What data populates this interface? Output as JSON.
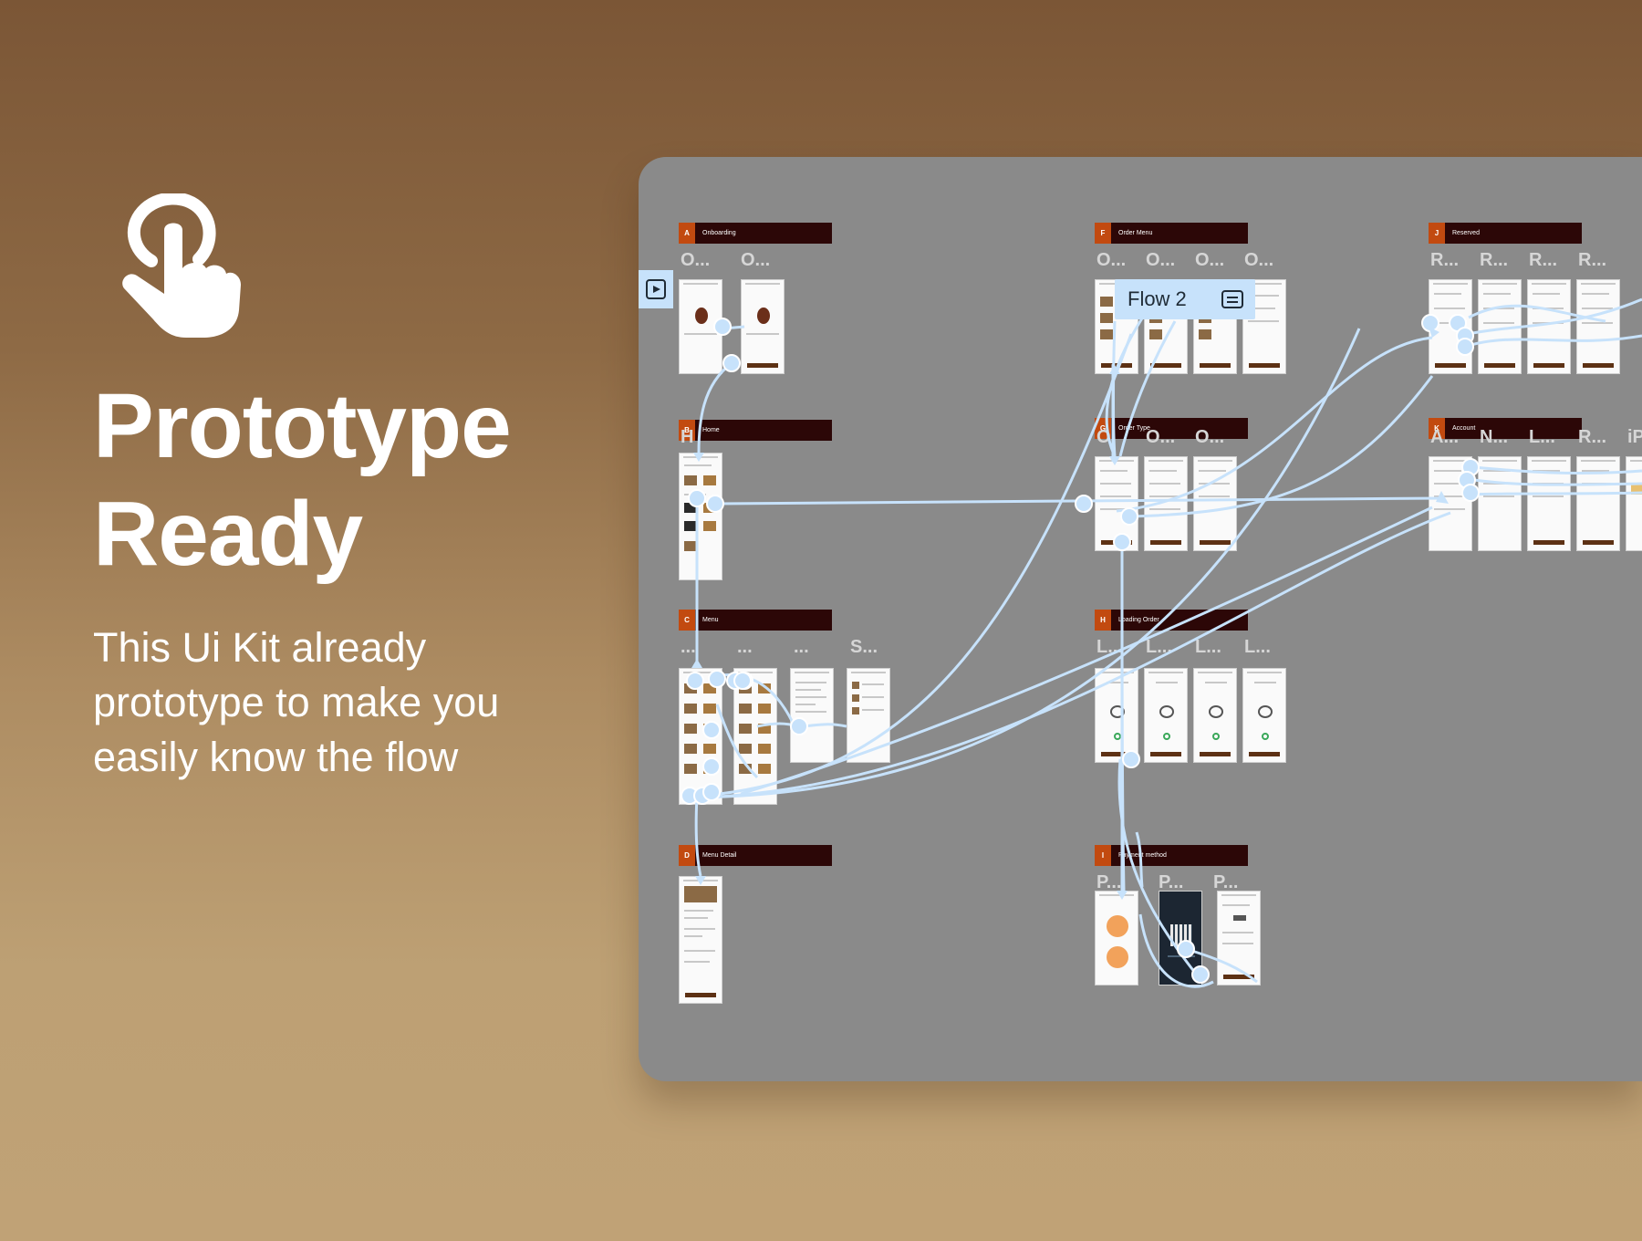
{
  "hero": {
    "title_line1": "Prototype",
    "title_line2": "Ready",
    "description": "This Ui Kit already prototype to make you easily know the flow",
    "icon": "tap-hand-icon"
  },
  "canvas": {
    "flow_badge": "Flow 2",
    "flow_badge_icon": "flow-settings-icon",
    "start_badge_icon": "flow-start-icon",
    "sections": [
      {
        "tag": "A",
        "name": "Onboarding"
      },
      {
        "tag": "B",
        "name": "Home"
      },
      {
        "tag": "C",
        "name": "Menu"
      },
      {
        "tag": "D",
        "name": "Menu Detail"
      },
      {
        "tag": "F",
        "name": "Order Menu"
      },
      {
        "tag": "G",
        "name": "Order Type"
      },
      {
        "tag": "H",
        "name": "Loading Order"
      },
      {
        "tag": "I",
        "name": "Payment method"
      },
      {
        "tag": "J",
        "name": "Reserved"
      },
      {
        "tag": "K",
        "name": "Account"
      }
    ],
    "frame_labels": {
      "onboarding": [
        "O...",
        "O..."
      ],
      "home": [
        "H"
      ],
      "menu": [
        "...",
        "...",
        "...",
        "S..."
      ],
      "menu_detail": [
        "..."
      ],
      "order_menu": [
        "O...",
        "O...",
        "O...",
        "O..."
      ],
      "order_type": [
        "O",
        "O...",
        "O..."
      ],
      "loading": [
        "L...",
        "L...",
        "L...",
        "L..."
      ],
      "payment": [
        "P...",
        "P...",
        "P..."
      ],
      "reserved": [
        "R...",
        "R...",
        "R...",
        "R..."
      ],
      "account": [
        "A...",
        "N...",
        "L...",
        "R...",
        "iP"
      ]
    },
    "colors": {
      "canvas": "#8a8a8a",
      "section_bar": "#2c0707",
      "section_tag": "#c24a10",
      "wire": "#c7e2fb"
    }
  }
}
